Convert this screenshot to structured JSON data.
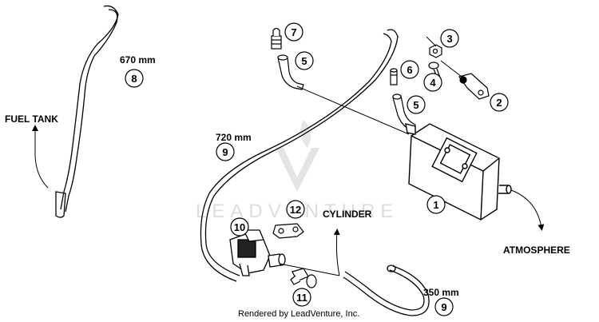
{
  "labels": {
    "fuel_tank": "FUEL TANK",
    "cylinder": "CYLINDER",
    "atmosphere": "ATMOSPHERE"
  },
  "lengths": {
    "hose_670": "670 mm",
    "hose_720": "720 mm",
    "hose_350": "350 mm"
  },
  "callouts": {
    "c1": "1",
    "c2": "2",
    "c3": "3",
    "c4": "4",
    "c5a": "5",
    "c5b": "5",
    "c6": "6",
    "c7": "7",
    "c8": "8",
    "c9a": "9",
    "c9b": "9",
    "c10": "10",
    "c11": "11",
    "c12": "12"
  },
  "watermark": "LEADVENTURE",
  "credit": "Rendered by LeadVenture, Inc."
}
